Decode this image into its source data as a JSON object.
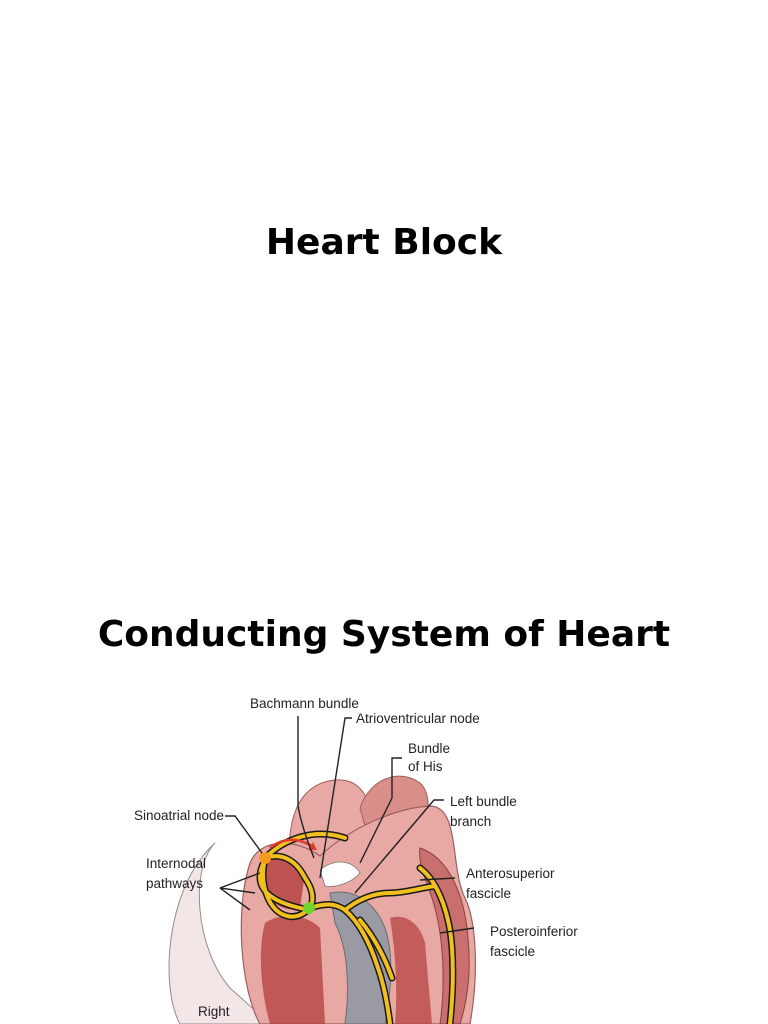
{
  "slides": [
    {
      "title": "Heart Block"
    },
    {
      "title": "Conducting System of Heart"
    }
  ],
  "figure": {
    "labels": {
      "bachmann": "Bachmann bundle",
      "av_node": "Atrioventricular node",
      "bundle_his_1": "Bundle",
      "bundle_his_2": "of His",
      "left_bundle_1": "Left bundle",
      "left_bundle_2": "branch",
      "sa_node": "Sinoatrial node",
      "internodal_1": "Internodal",
      "internodal_2": "pathways",
      "antero_1": "Anterosuperior",
      "antero_2": "fascicle",
      "postero_1": "Posteroinferior",
      "postero_2": "fascicle",
      "right": "Right"
    },
    "colors": {
      "tissue": "#e8a8a4",
      "tissue_dark": "#c9706e",
      "muscle": "#b94a48",
      "pathway": "#f2c01e",
      "pathway_outline": "#1a1a1a",
      "sa_node": "#f59a1c",
      "av_node": "#6fd62a",
      "arrow": "#e23b2e",
      "septum": "#9a9aa4"
    }
  }
}
